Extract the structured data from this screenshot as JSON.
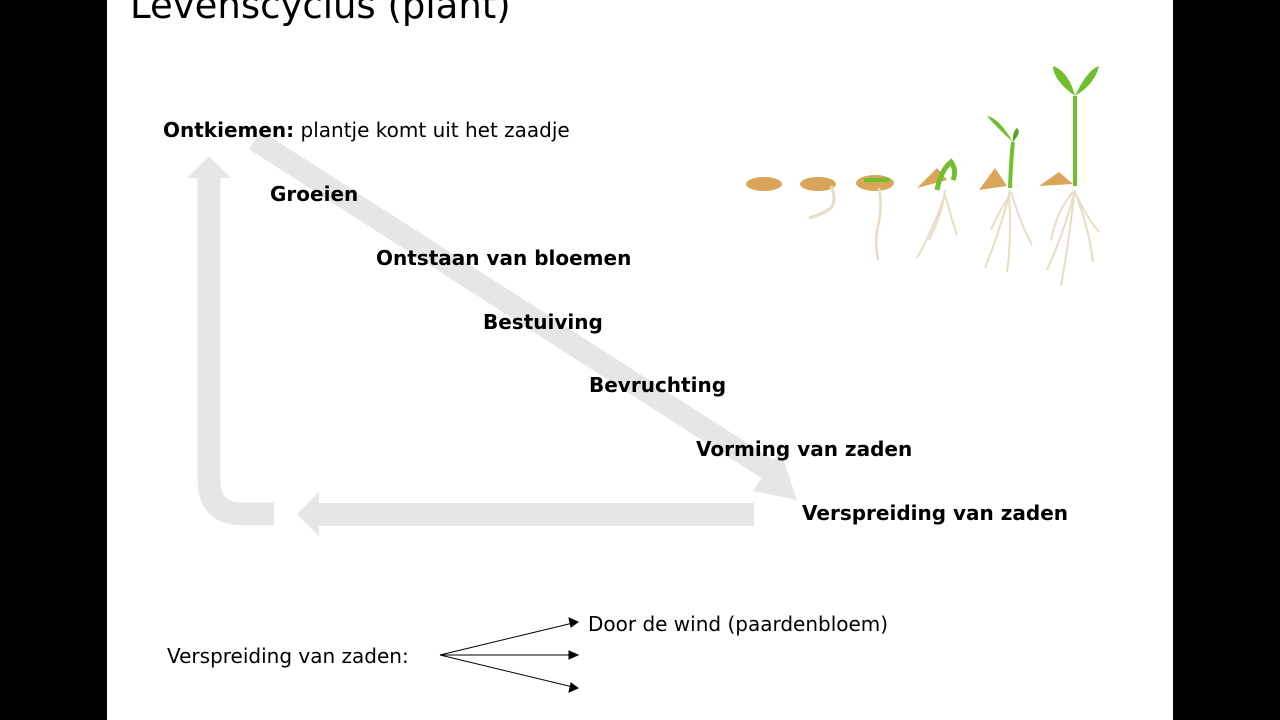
{
  "slide": {
    "title": "Levenscyclus (plant)"
  },
  "cycle": {
    "first_step_term": "Ontkiemen:",
    "first_step_description": "plantje komt uit het zaadje",
    "steps": [
      "Groeien",
      "Ontstaan van bloemen",
      "Bestuiving",
      "Bevruchting",
      "Vorming van zaden",
      "Verspreiding van zaden"
    ]
  },
  "dispersal": {
    "label": "Verspreiding van zaden:",
    "methods": [
      "Door de wind (paardenbloem)"
    ]
  },
  "colors": {
    "arrow": "#e6e6e6",
    "leaf": "#6fbf2e",
    "seed": "#d9a55a",
    "root": "#e8dcc4"
  },
  "illustration": {
    "name": "seed-germination-stages-image",
    "stages": 6
  }
}
